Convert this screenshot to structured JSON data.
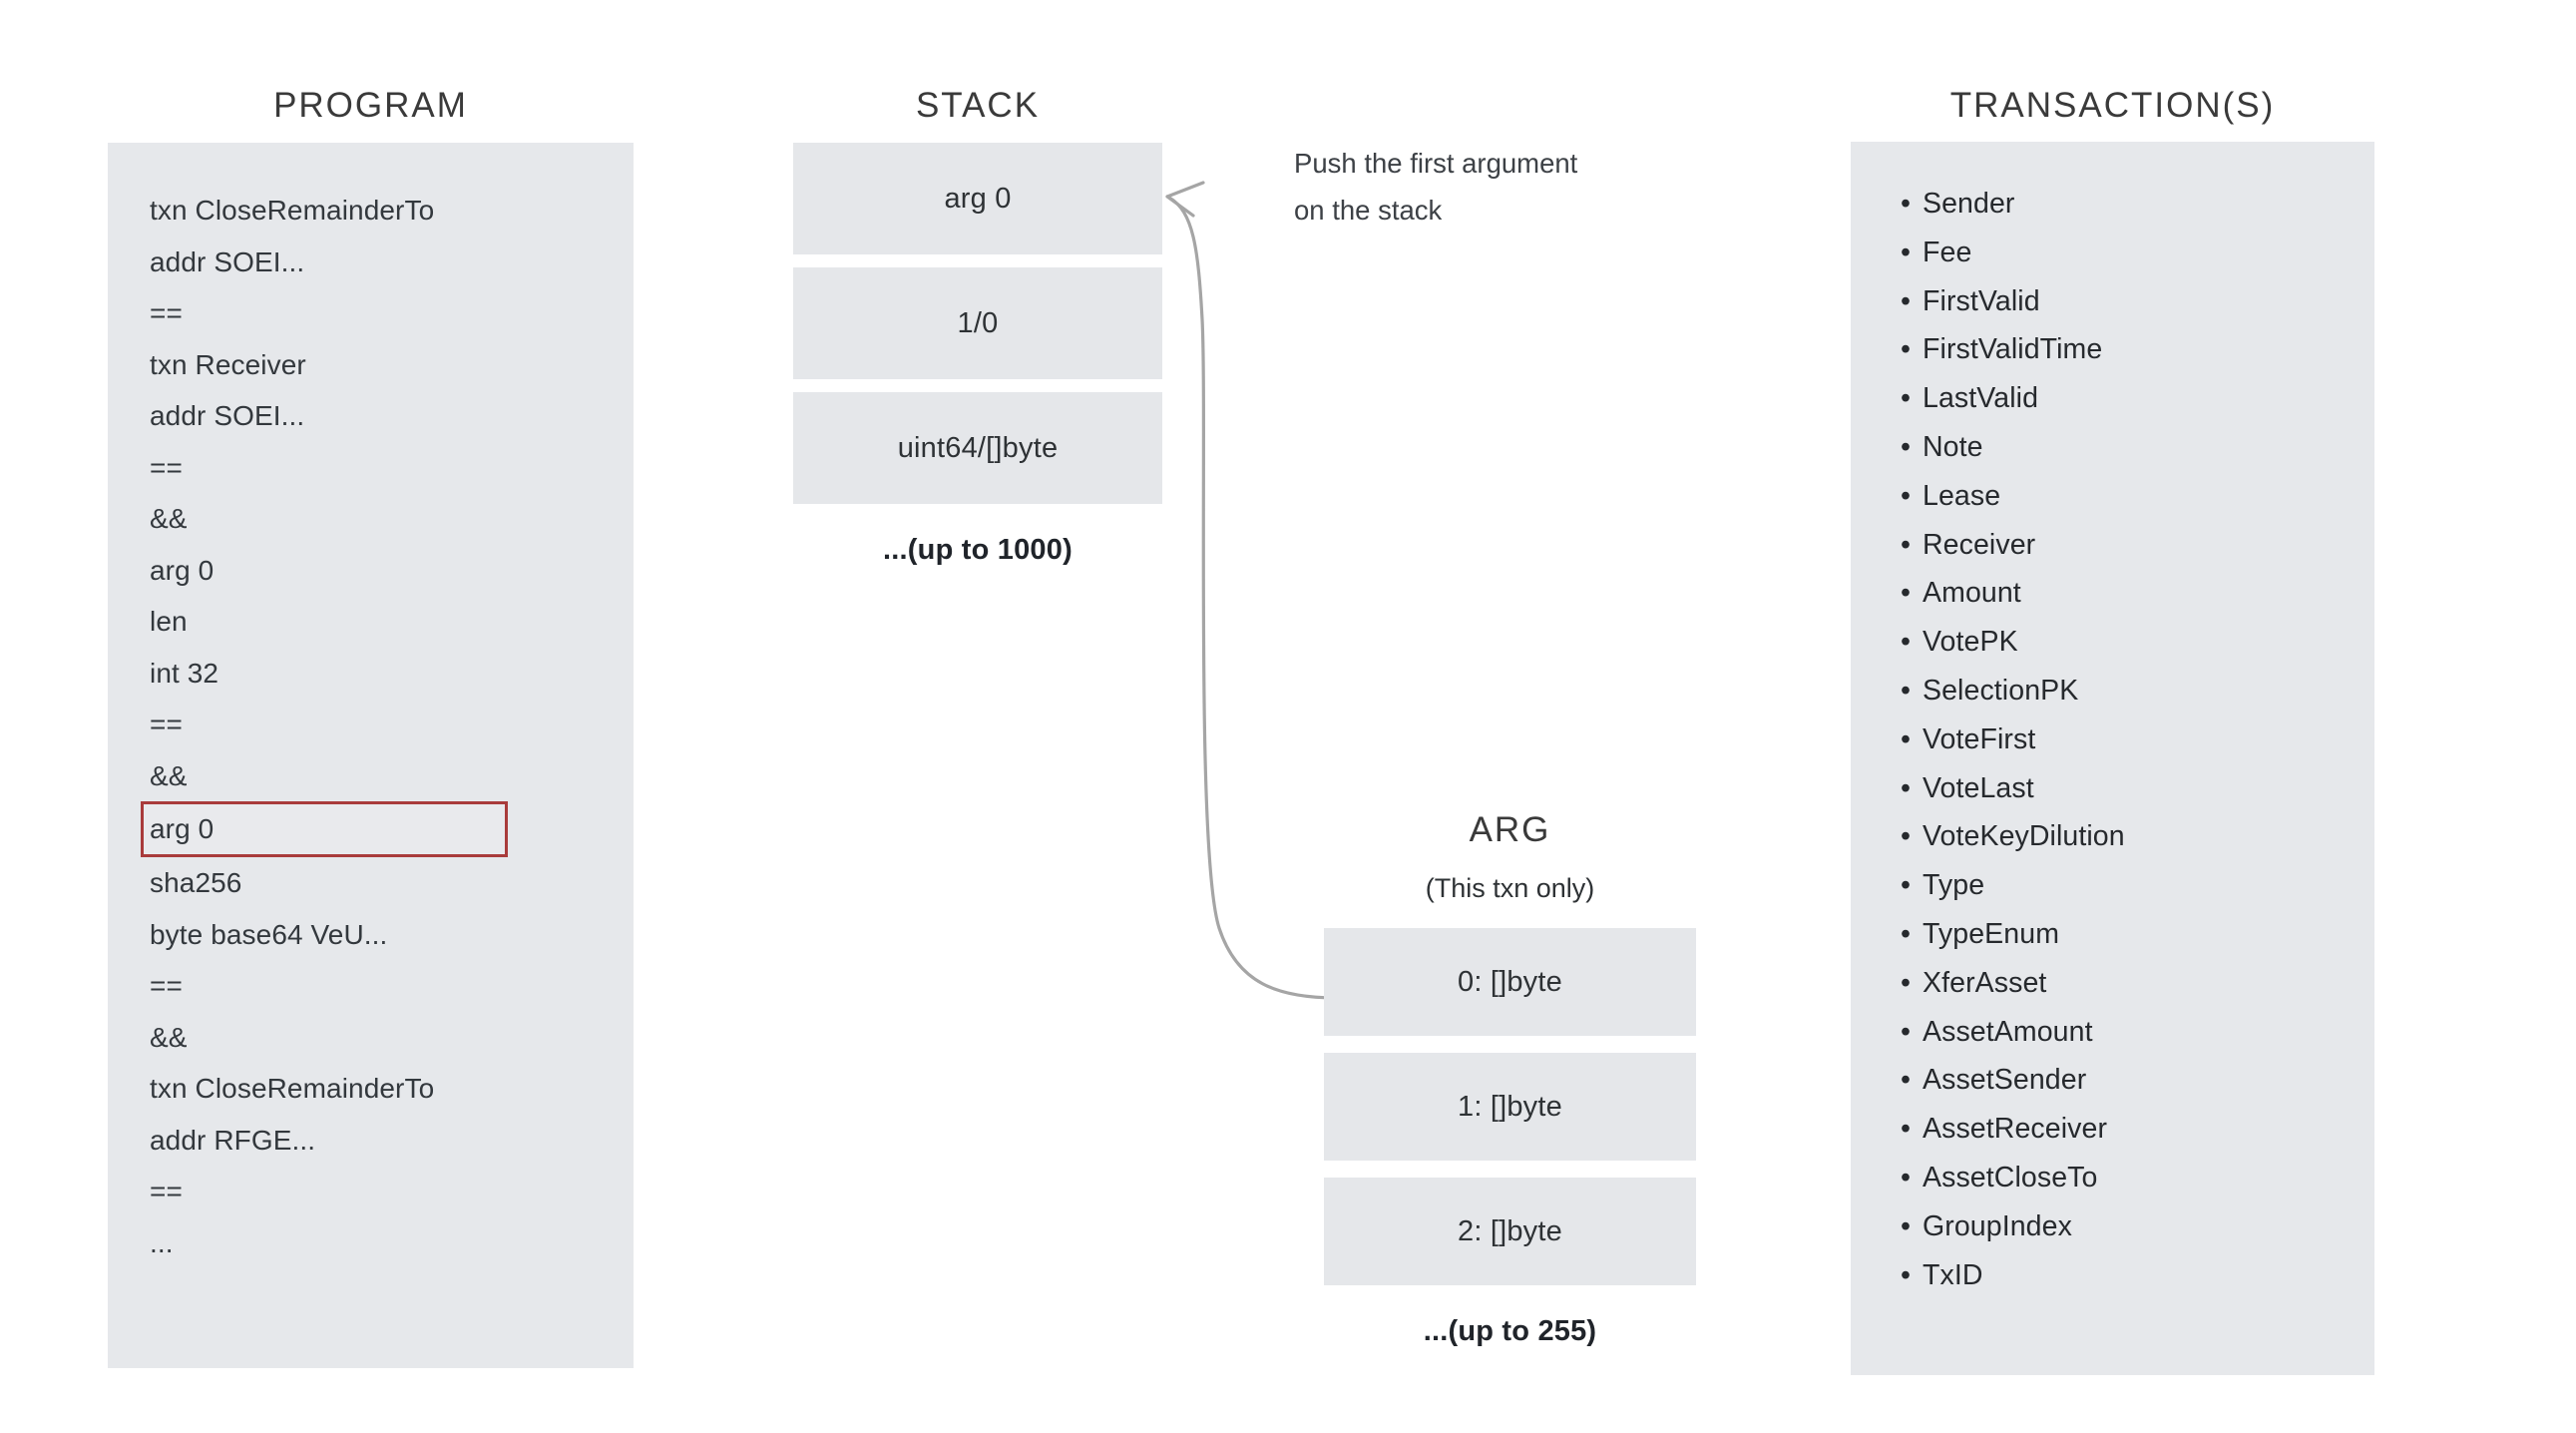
{
  "columns": {
    "program": {
      "title": "PROGRAM",
      "lines": [
        {
          "text": "txn CloseRemainderTo",
          "highlighted": false
        },
        {
          "text": "addr SOEI...",
          "highlighted": false
        },
        {
          "text": "==",
          "highlighted": false
        },
        {
          "text": "txn Receiver",
          "highlighted": false
        },
        {
          "text": "addr SOEI...",
          "highlighted": false
        },
        {
          "text": "==",
          "highlighted": false
        },
        {
          "text": "&&",
          "highlighted": false
        },
        {
          "text": "arg 0",
          "highlighted": false
        },
        {
          "text": "len",
          "highlighted": false
        },
        {
          "text": "int 32",
          "highlighted": false
        },
        {
          "text": "==",
          "highlighted": false
        },
        {
          "text": "&&",
          "highlighted": false
        },
        {
          "text": "arg 0",
          "highlighted": true
        },
        {
          "text": "sha256",
          "highlighted": false
        },
        {
          "text": "byte base64 VeU...",
          "highlighted": false
        },
        {
          "text": "==",
          "highlighted": false
        },
        {
          "text": "&&",
          "highlighted": false
        },
        {
          "text": "txn CloseRemainderTo",
          "highlighted": false
        },
        {
          "text": "addr RFGE...",
          "highlighted": false
        },
        {
          "text": "==",
          "highlighted": false
        },
        {
          "text": "...",
          "highlighted": false
        }
      ]
    },
    "stack": {
      "title": "STACK",
      "cells": [
        "arg 0",
        "1/0",
        "uint64/[]byte"
      ],
      "overflow_note": "...(up to 1000)"
    },
    "arg": {
      "title": "ARG",
      "subtitle": "(This txn only)",
      "cells": [
        "0: []byte",
        "1: []byte",
        "2: []byte"
      ],
      "overflow_note": "...(up to 255)"
    },
    "transactions": {
      "title": "TRANSACTION(S)",
      "bullet": "•",
      "fields": [
        "Sender",
        "Fee",
        "FirstValid",
        "FirstValidTime",
        "LastValid",
        "Note",
        "Lease",
        "Receiver",
        "Amount",
        "VotePK",
        "SelectionPK",
        "VoteFirst",
        "VoteLast",
        "VoteKeyDilution",
        "Type",
        "TypeEnum",
        "XferAsset",
        "AssetAmount",
        "AssetSender",
        "AssetReceiver",
        "AssetCloseTo",
        "GroupIndex",
        "TxID"
      ]
    }
  },
  "annotation": {
    "line1": "Push the first argument",
    "line2": "on the stack"
  },
  "colors": {
    "panel_fill": "#e6e8eb",
    "cell_fill": "#e5e7ea",
    "highlight_border": "#a93b3b",
    "text": "#2b2b2b",
    "arrow": "#9a9a9a",
    "background": "#ffffff"
  }
}
